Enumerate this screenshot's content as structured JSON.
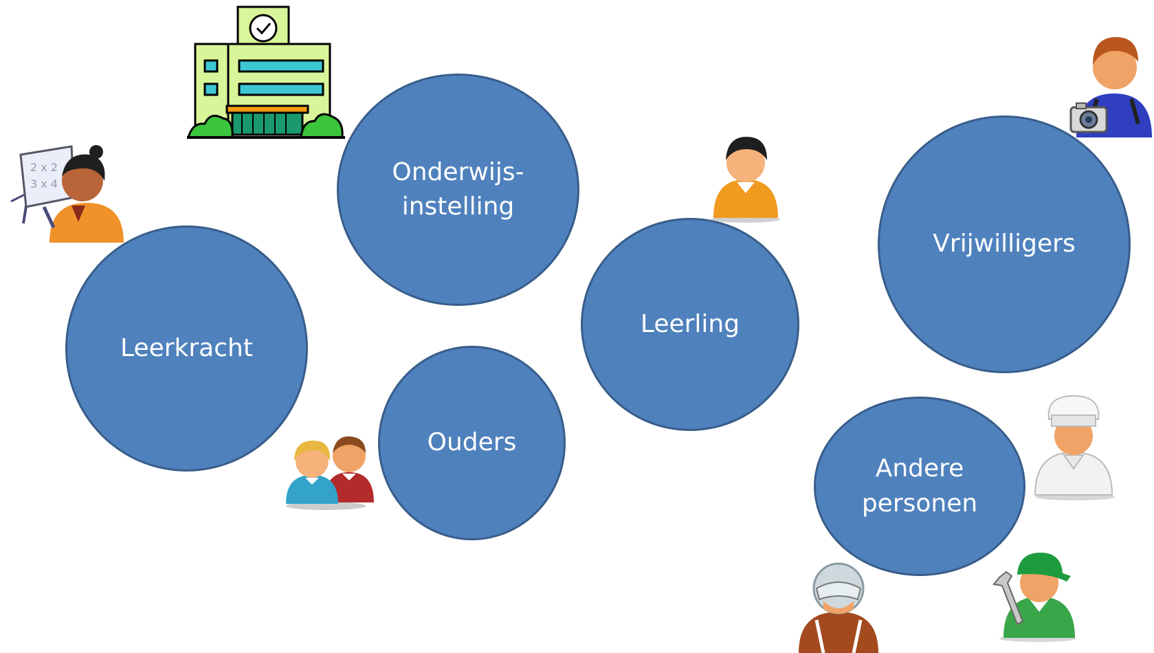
{
  "diagram": {
    "nodes": [
      {
        "id": "onderwijsinstelling",
        "label": "Onderwijs-\ninstelling",
        "icon": "school-building-icon"
      },
      {
        "id": "leerkracht",
        "label": "Leerkracht",
        "icon": "teacher-icon"
      },
      {
        "id": "ouders",
        "label": "Ouders",
        "icon": "parents-icon"
      },
      {
        "id": "leerling",
        "label": "Leerling",
        "icon": "student-icon"
      },
      {
        "id": "vrijwilligers",
        "label": "Vrijwilligers",
        "icon": "photographer-icon"
      },
      {
        "id": "andere_personen",
        "label": "Andere\npersonen",
        "icon": "cook-icon"
      }
    ],
    "colors": {
      "circle_fill": "#4f81bd",
      "circle_stroke": "#385d8a",
      "text": "#ffffff"
    }
  }
}
